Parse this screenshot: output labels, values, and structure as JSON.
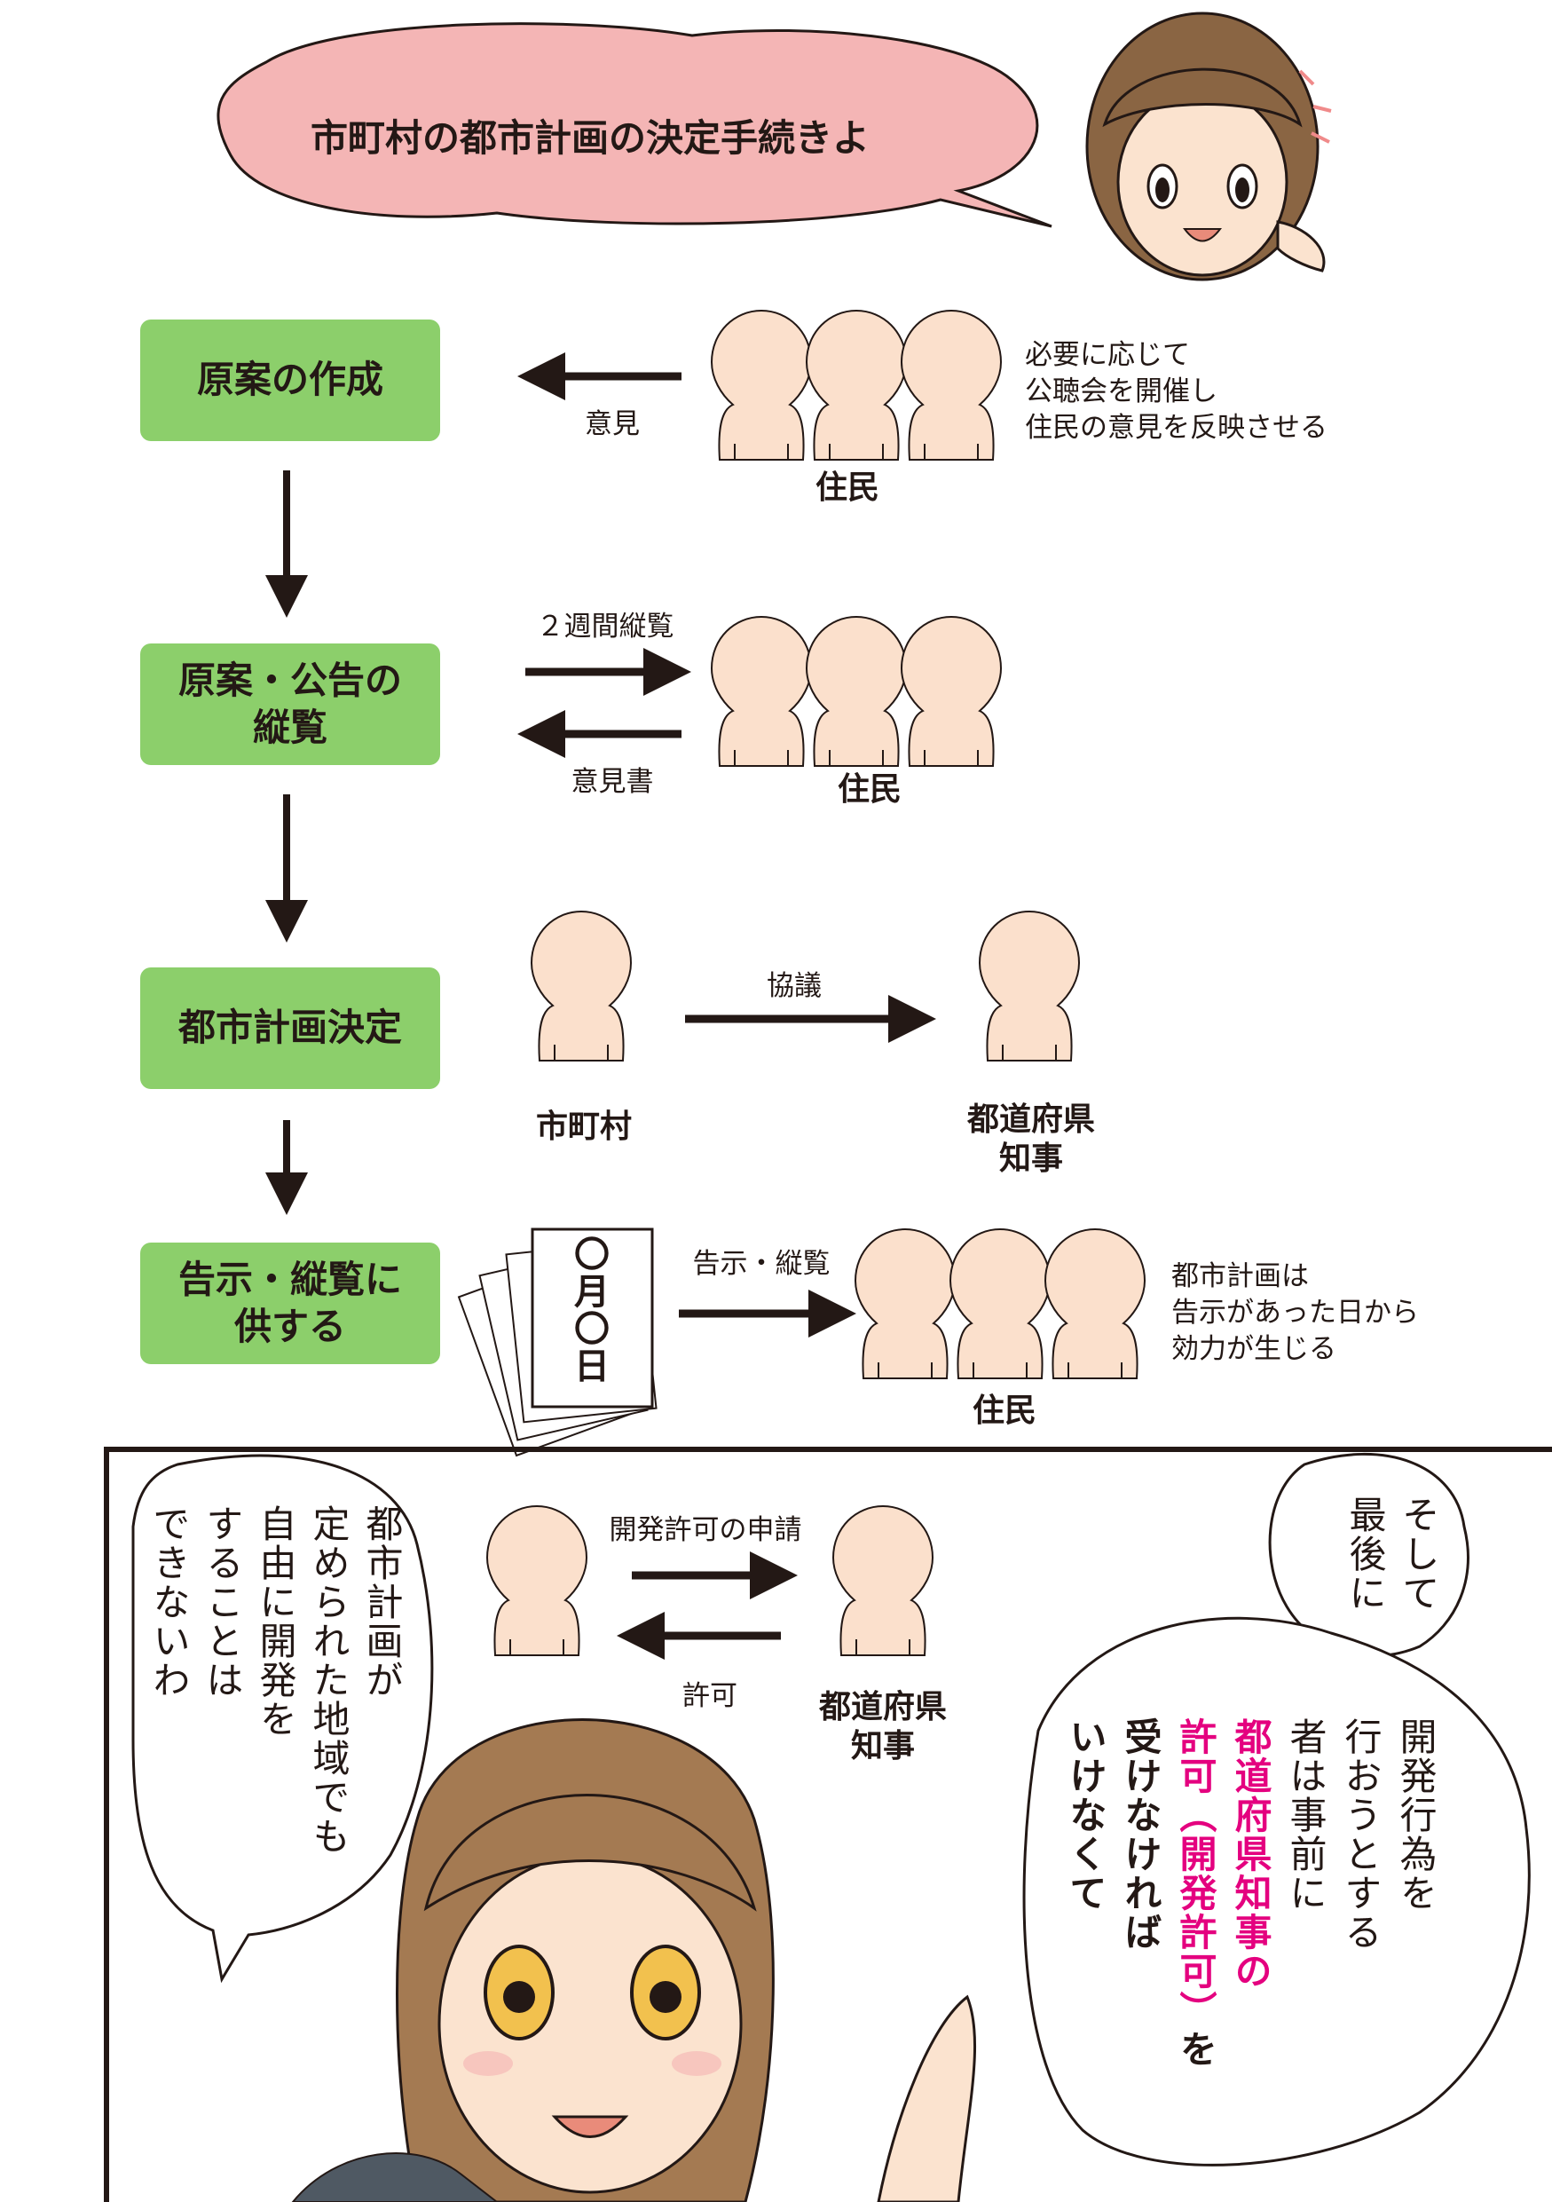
{
  "header": {
    "speech": "市町村の都市計画の決定手続きよ"
  },
  "steps": [
    {
      "lines": [
        "原案の作成"
      ]
    },
    {
      "lines": [
        "原案・公告の",
        "縦覧"
      ]
    },
    {
      "lines": [
        "都市計画決定"
      ]
    },
    {
      "lines": [
        "告示・縦覧に",
        "供する"
      ]
    }
  ],
  "row1": {
    "arrow_label": "意見",
    "group_label": "住民",
    "note_lines": [
      "必要に応じて",
      "公聴会を開催し",
      "住民の意見を反映させる"
    ]
  },
  "row2": {
    "top_label": "２週間縦覧",
    "bottom_label": "意見書",
    "group_label": "住民"
  },
  "row3": {
    "arrow_label": "協議",
    "left_label": "市町村",
    "right_label_lines": [
      "都道府県",
      "知事"
    ]
  },
  "row4": {
    "doc_text": "〇月〇日",
    "arrow_label": "告示・縦覧",
    "group_label": "住民",
    "note_lines": [
      "都市計画は",
      "告示があった日から",
      "効力が生じる"
    ]
  },
  "panel2": {
    "apply_label": "開発許可の申請",
    "permit_label": "許可",
    "governor_lines": [
      "都道府県",
      "知事"
    ],
    "left_bubble_lines": [
      "都市計画が",
      "定められた地域でも",
      "自由に開発を",
      "することは",
      "できないわ"
    ],
    "right_bubble_top_lines": [
      "そして",
      "最後に"
    ],
    "right_bubble_main_lines": [
      "開発行為を",
      "行おうとする",
      "者は事前に"
    ],
    "right_bubble_hl_lines": [
      "都道府県知事の",
      "許可（開発許可）"
    ],
    "right_bubble_hl_tail": "を",
    "right_bubble_end_lines": [
      "受けなければ",
      "いけなくて"
    ]
  },
  "colors": {
    "step_box": "#8ccf6b",
    "skin": "#fbe0cc",
    "speech_pink": "#f4b5b5",
    "highlight": "#e4007f"
  }
}
